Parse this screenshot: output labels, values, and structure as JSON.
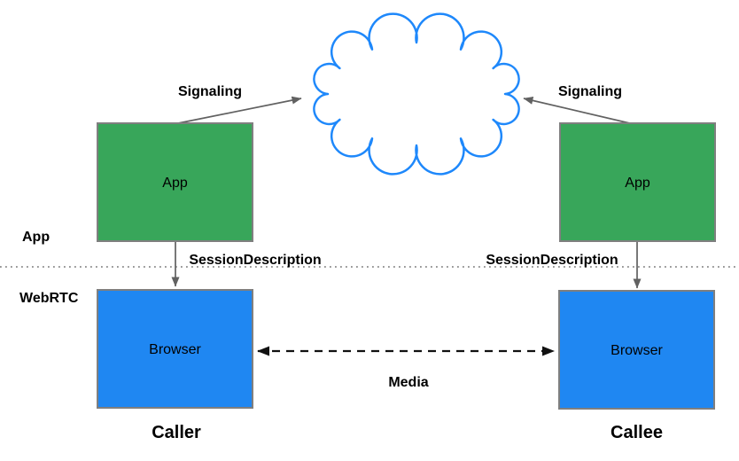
{
  "diagram": {
    "layer_labels": {
      "app": "App",
      "webrtc": "WebRTC"
    },
    "nodes": {
      "caller_app": {
        "label": "App"
      },
      "callee_app": {
        "label": "App"
      },
      "caller_browser": {
        "label": "Browser"
      },
      "callee_browser": {
        "label": "Browser"
      }
    },
    "edge_labels": {
      "caller_signaling": "Signaling",
      "callee_signaling": "Signaling",
      "caller_session_description": "SessionDescription",
      "callee_session_description": "SessionDescription",
      "media": "Media"
    },
    "captions": {
      "caller": "Caller",
      "callee": "Callee"
    },
    "colors": {
      "app_fill": "#38A65A",
      "browser_fill": "#1F87F2",
      "cloud_stroke": "#1E88FB",
      "cloud_fill": "#FFFFFF",
      "box_border": "#7F7F7F",
      "connector": "#616161",
      "media_arrow": "#111111",
      "separator": "#8A8A8A",
      "caption_text": "#6E6E6E",
      "node_text": "#FFFFFF"
    }
  }
}
